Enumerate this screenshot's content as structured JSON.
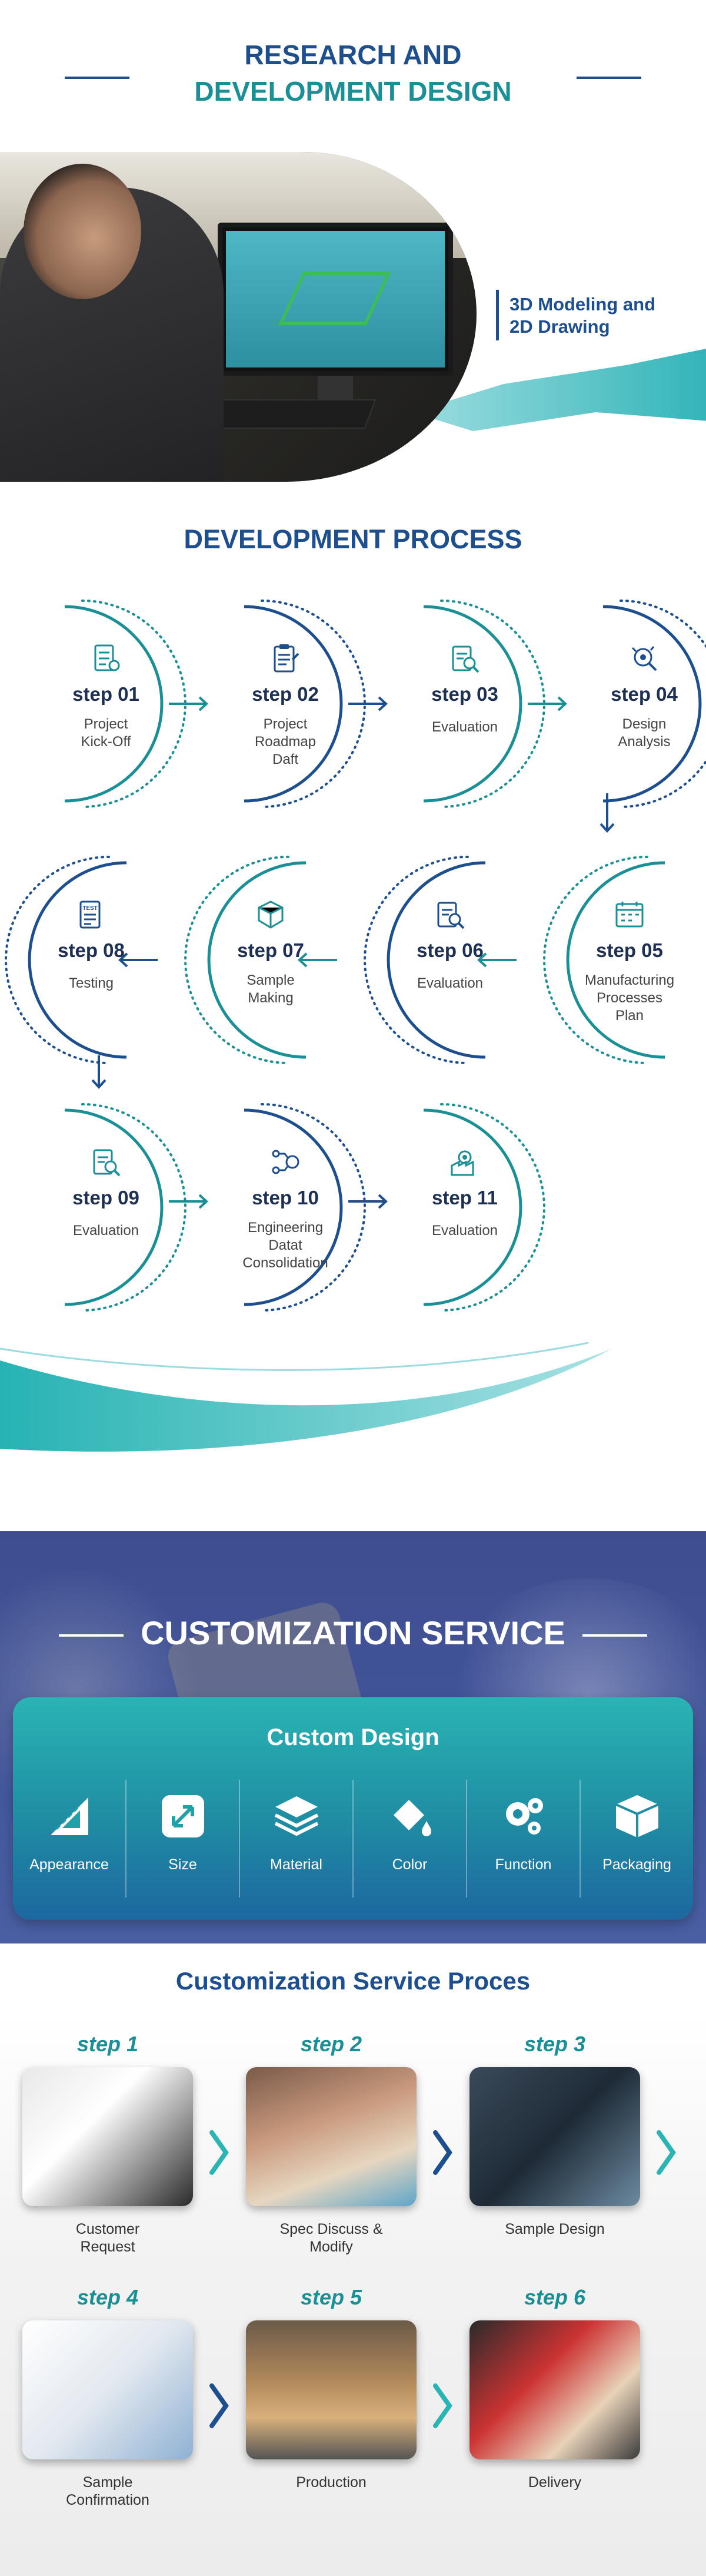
{
  "rd": {
    "title_line1": "RESEARCH AND",
    "title_line2": "DEVELOPMENT DESIGN",
    "hero_caption_1": "3D Modeling and",
    "hero_caption_2": "2D Drawing"
  },
  "process": {
    "title": "DEVELOPMENT PROCESS",
    "steps": [
      {
        "num": "step 01",
        "label": [
          "Project",
          "Kick-Off"
        ],
        "icon": "checklist-icon"
      },
      {
        "num": "step 02",
        "label": [
          "Project",
          "Roadmap",
          "Daft"
        ],
        "icon": "clipboard-icon"
      },
      {
        "num": "step 03",
        "label": [
          "Evaluation"
        ],
        "icon": "evaluation-icon"
      },
      {
        "num": "step 04",
        "label": [
          "Design",
          "Analysis"
        ],
        "icon": "design-analysis-icon"
      },
      {
        "num": "step 05",
        "label": [
          "Manufacturing",
          "Processes",
          "Plan"
        ],
        "icon": "calendar-plan-icon"
      },
      {
        "num": "step 06",
        "label": [
          "Evaluation"
        ],
        "icon": "evaluation-icon"
      },
      {
        "num": "step 07",
        "label": [
          "Sample",
          "Making"
        ],
        "icon": "sample-box-icon"
      },
      {
        "num": "step 08",
        "label": [
          "Testing"
        ],
        "icon": "test-document-icon"
      },
      {
        "num": "step 09",
        "label": [
          "Evaluation"
        ],
        "icon": "evaluation-icon"
      },
      {
        "num": "step 10",
        "label": [
          "Engineering",
          "Datat",
          "Consolidation"
        ],
        "icon": "engineering-nodes-icon"
      },
      {
        "num": "step 11",
        "label": [
          "Evaluation"
        ],
        "icon": "factory-gear-icon"
      }
    ]
  },
  "customization": {
    "title": "CUSTOMIZATION SERVICE",
    "card_title": "Custom Design",
    "items": [
      {
        "label": "Appearance",
        "icon": "ruler-triangle-icon"
      },
      {
        "label": "Size",
        "icon": "resize-icon"
      },
      {
        "label": "Material",
        "icon": "layers-icon"
      },
      {
        "label": "Color",
        "icon": "paint-bucket-icon"
      },
      {
        "label": "Function",
        "icon": "gears-icon"
      },
      {
        "label": "Packaging",
        "icon": "box-icon"
      }
    ]
  },
  "service_process": {
    "title": "Customization Service Proces",
    "steps": [
      {
        "num": "step 1",
        "caption": [
          "Customer",
          "Request"
        ]
      },
      {
        "num": "step 2",
        "caption": [
          "Spec Discuss &",
          "Modify"
        ]
      },
      {
        "num": "step 3",
        "caption": [
          "Sample Design"
        ]
      },
      {
        "num": "step 4",
        "caption": [
          "Sample",
          "Confirmation"
        ]
      },
      {
        "num": "step 5",
        "caption": [
          "Production"
        ]
      },
      {
        "num": "step 6",
        "caption": [
          "Delivery"
        ]
      }
    ]
  },
  "colors": {
    "navy": "#1d4f8f",
    "teal": "#1a8f95",
    "dark": "#1d2f52"
  }
}
